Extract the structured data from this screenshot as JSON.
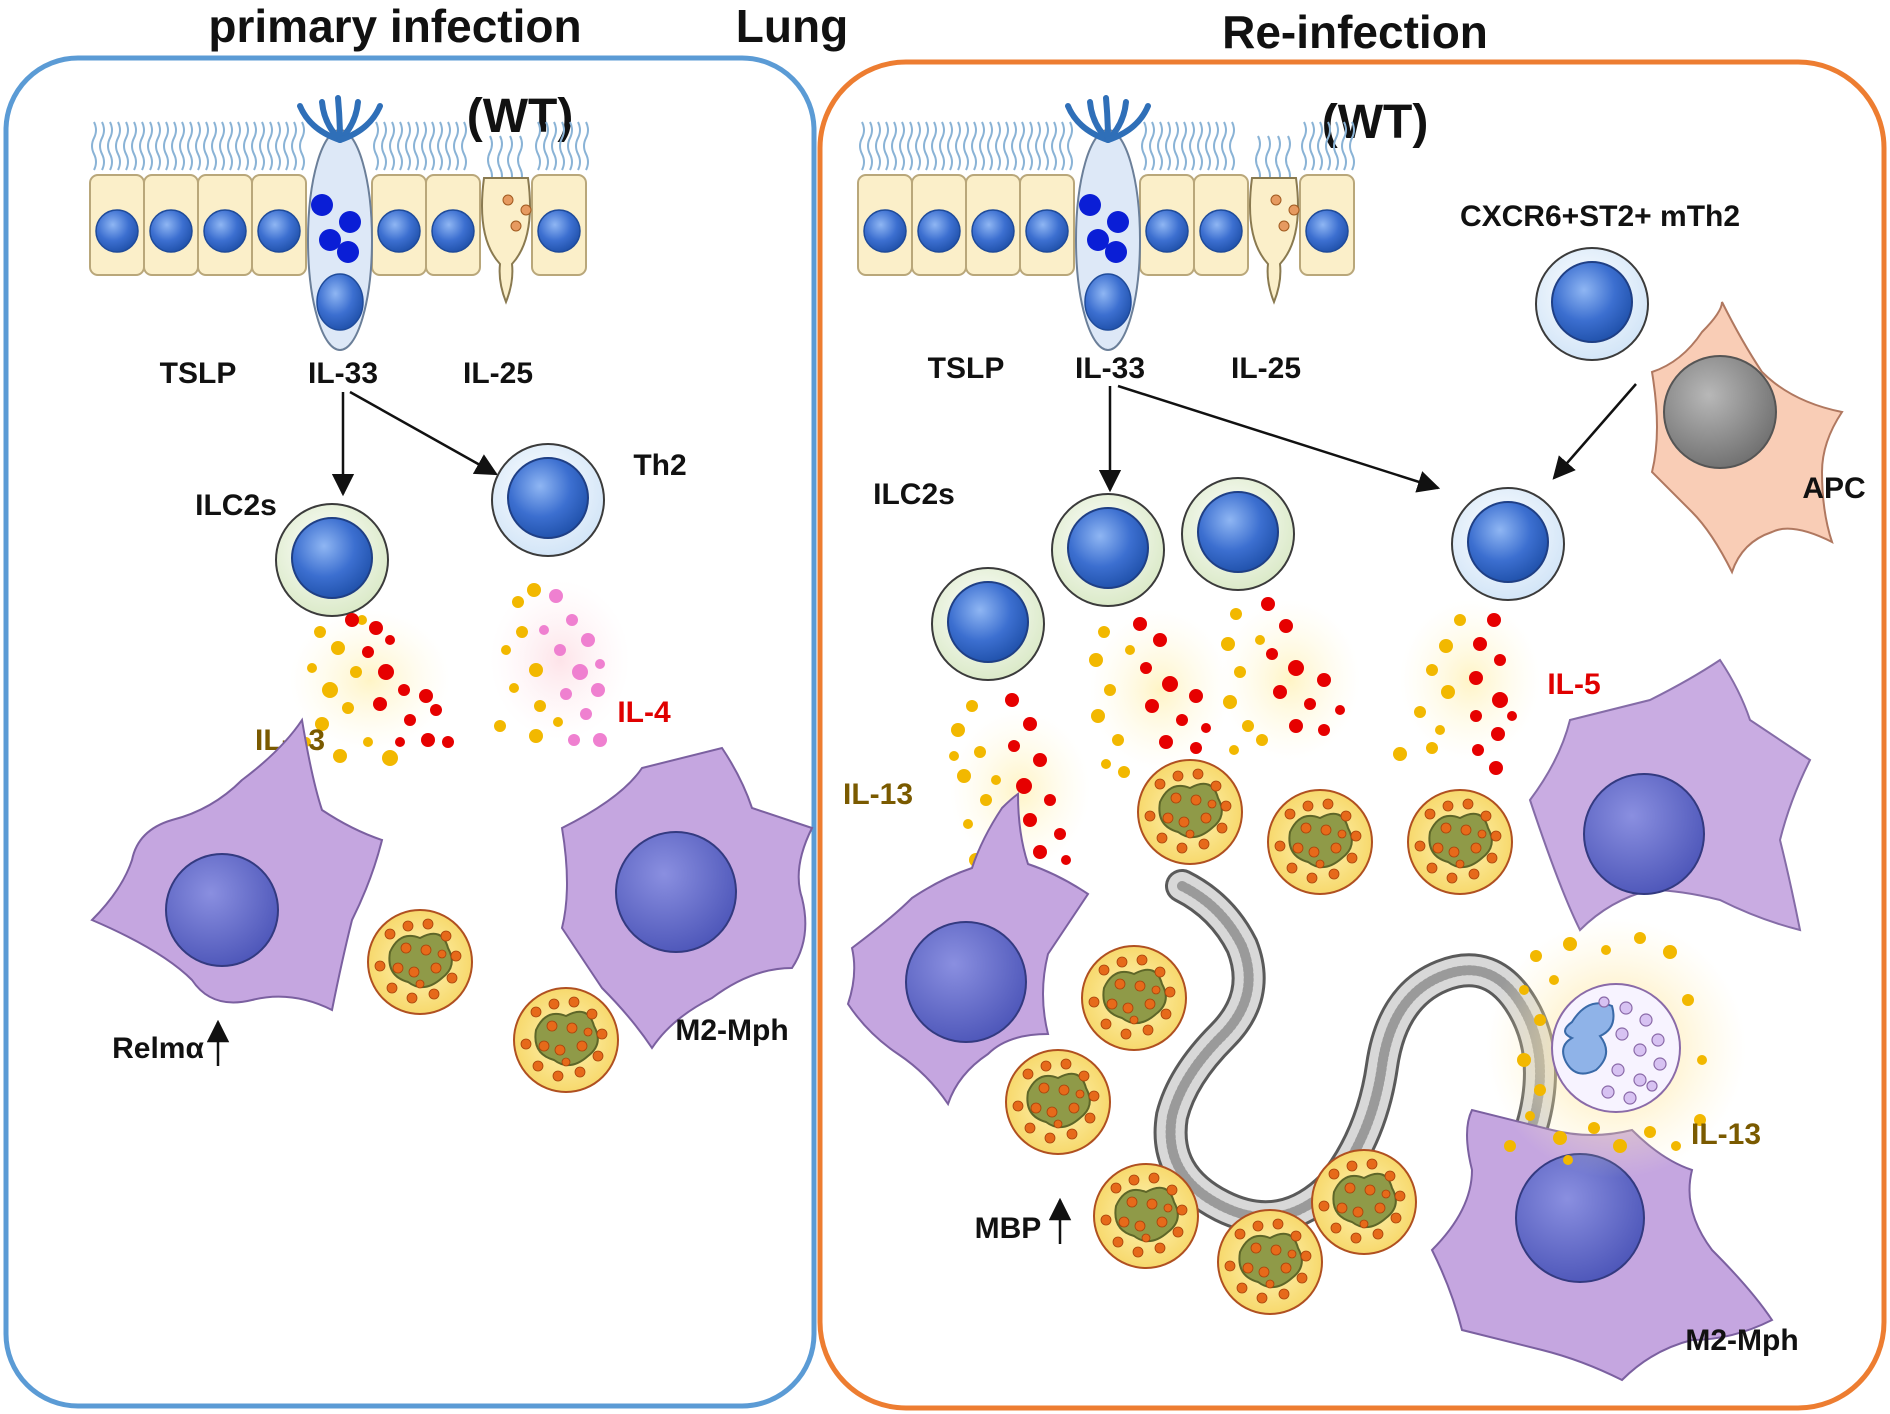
{
  "titles": {
    "left": "primary infection",
    "center": "Lung",
    "right": "Re-infection"
  },
  "panels": {
    "left": {
      "condition": "(WT)",
      "labels": {
        "tslp": "TSLP",
        "il33": "IL-33",
        "il25": "IL-25",
        "ilc2s": "ILC2s",
        "th2": "Th2",
        "il13": "IL-13",
        "il4": "IL-4",
        "relma": "Relmα",
        "m2mph": "M2-Mph"
      }
    },
    "right": {
      "condition": "(WT)",
      "labels": {
        "tslp": "TSLP",
        "il33": "IL-33",
        "il25": "IL-25",
        "mth2": "CXCR6+ST2+ mTh2",
        "apc": "APC",
        "ilc2s": "ILC2s",
        "il5": "IL-5",
        "il13_left": "IL-13",
        "il13_right": "IL-13",
        "mbp": "MBP",
        "m2mph": "M2-Mph"
      }
    }
  },
  "colors": {
    "left_border": "#5b9bd5",
    "right_border": "#ed7d31",
    "epithelium": "#fbefc9",
    "nucleus": "#3c6fc9",
    "macrophage": "#c5a6e0",
    "il13_dots": "#f2b800",
    "il5_dots": "#e60000",
    "il4_dots": "#ef80d0",
    "apc": "#f9cdb6"
  }
}
